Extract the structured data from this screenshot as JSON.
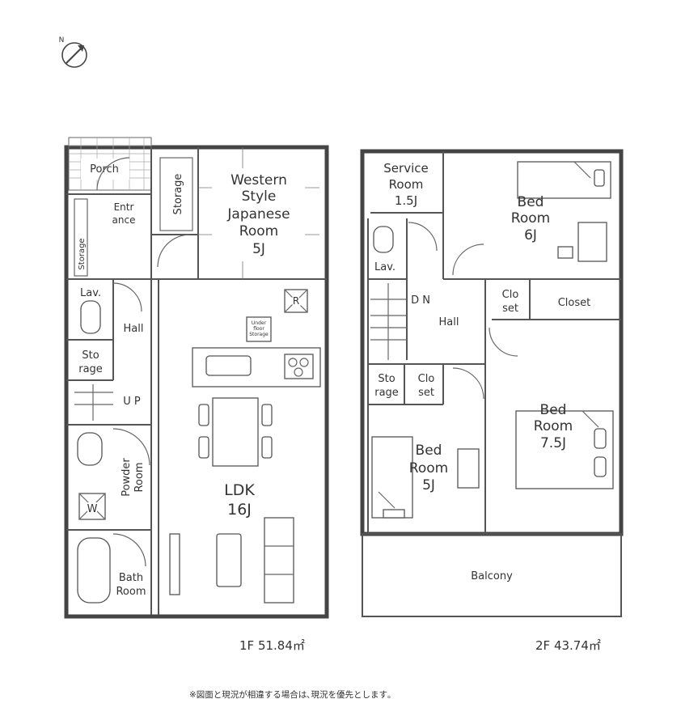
{
  "compass_label": "N",
  "floor1": {
    "area_label": "1F 51.84㎡",
    "rooms": {
      "porch": "Porch",
      "entrance": [
        "Entr",
        "ance"
      ],
      "storage_vertical": "Storage",
      "storage_small": "Storage",
      "western_room": [
        "Western",
        "Style",
        "Japanese",
        "Room",
        "5J"
      ],
      "lav": "Lav.",
      "hall": "Hall",
      "storage": [
        "Sto",
        "rage"
      ],
      "up": "U P",
      "powder_room": [
        "Powder",
        "Room"
      ],
      "washer": "W",
      "bath_room": [
        "Bath",
        "Room"
      ],
      "ldk": [
        "LDK",
        "16J"
      ],
      "refrigerator": "R",
      "under_floor_storage": [
        "Under",
        "floor",
        "Storage"
      ]
    }
  },
  "floor2": {
    "area_label": "2F 43.74㎡",
    "rooms": {
      "service_room": [
        "Service",
        "Room",
        "1.5J"
      ],
      "bed_room_6": [
        "Bed",
        "Room",
        "6J"
      ],
      "lav": "Lav.",
      "dn": "D N",
      "hall": "Hall",
      "closet_small": [
        "Clo",
        "set"
      ],
      "closet": "Closet",
      "storage": [
        "Sto",
        "rage"
      ],
      "closet2": [
        "Clo",
        "set"
      ],
      "bed_room_5": [
        "Bed",
        "Room",
        "5J"
      ],
      "bed_room_75": [
        "Bed",
        "Room",
        "7.5J"
      ],
      "balcony": "Balcony"
    }
  },
  "footnote": "※図面と現況が相違する場合は､現況を優先とします｡"
}
